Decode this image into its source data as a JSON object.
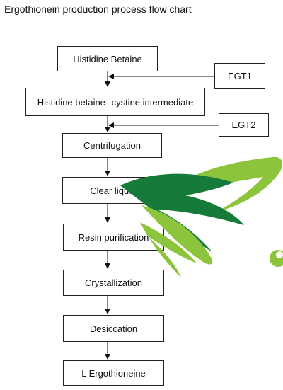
{
  "title": "Ergothionein production process flow chart",
  "steps": [
    "Histidine Betaine",
    "Histidine betaine--cystine intermediate",
    "Centrifugation",
    "Clear liquor",
    "Resin purification",
    "Crystallization",
    "Desiccation",
    "L Ergothioneine"
  ],
  "inputs": {
    "egt1": "EGT1",
    "egt2": "EGT2"
  },
  "colors": {
    "logo_light_green": "#8cc43c",
    "logo_dark_green": "#167a3a"
  }
}
